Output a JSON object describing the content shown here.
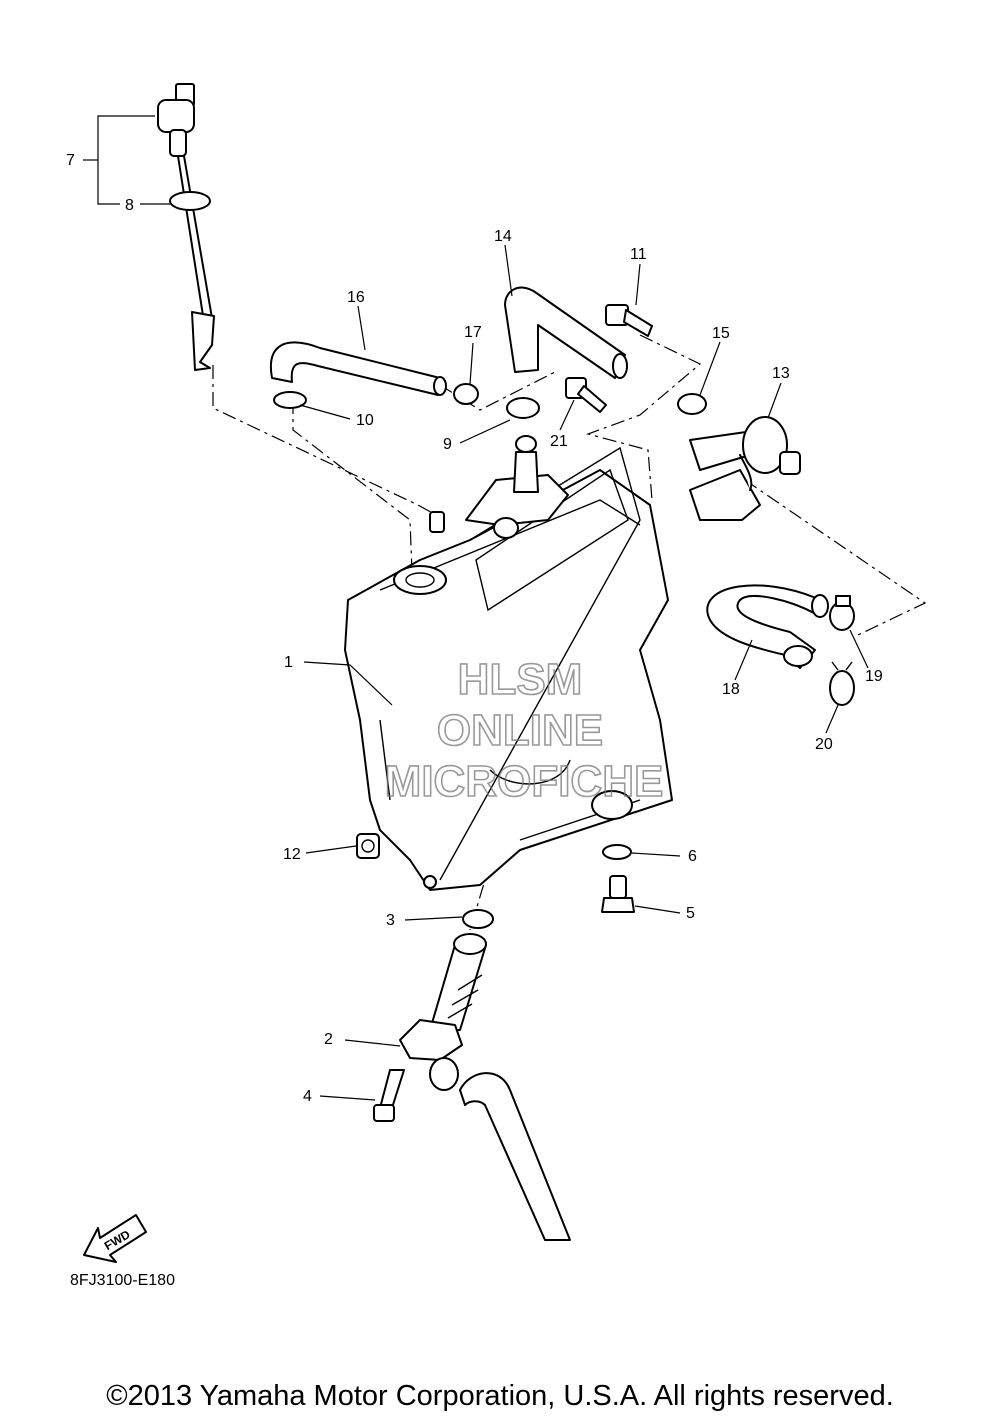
{
  "watermark": {
    "line1": "HLSM",
    "line2": "ONLINE",
    "line3": "MICROFICHE"
  },
  "callouts": [
    "1",
    "2",
    "3",
    "4",
    "5",
    "6",
    "7",
    "8",
    "9",
    "10",
    "11",
    "12",
    "13",
    "14",
    "15",
    "16",
    "17",
    "18",
    "19",
    "20",
    "21"
  ],
  "fwd_label": "FWD",
  "diagram_code": "8FJ3100-E180",
  "copyright": "©2013 Yamaha Motor Corporation, U.S.A. All rights reserved."
}
